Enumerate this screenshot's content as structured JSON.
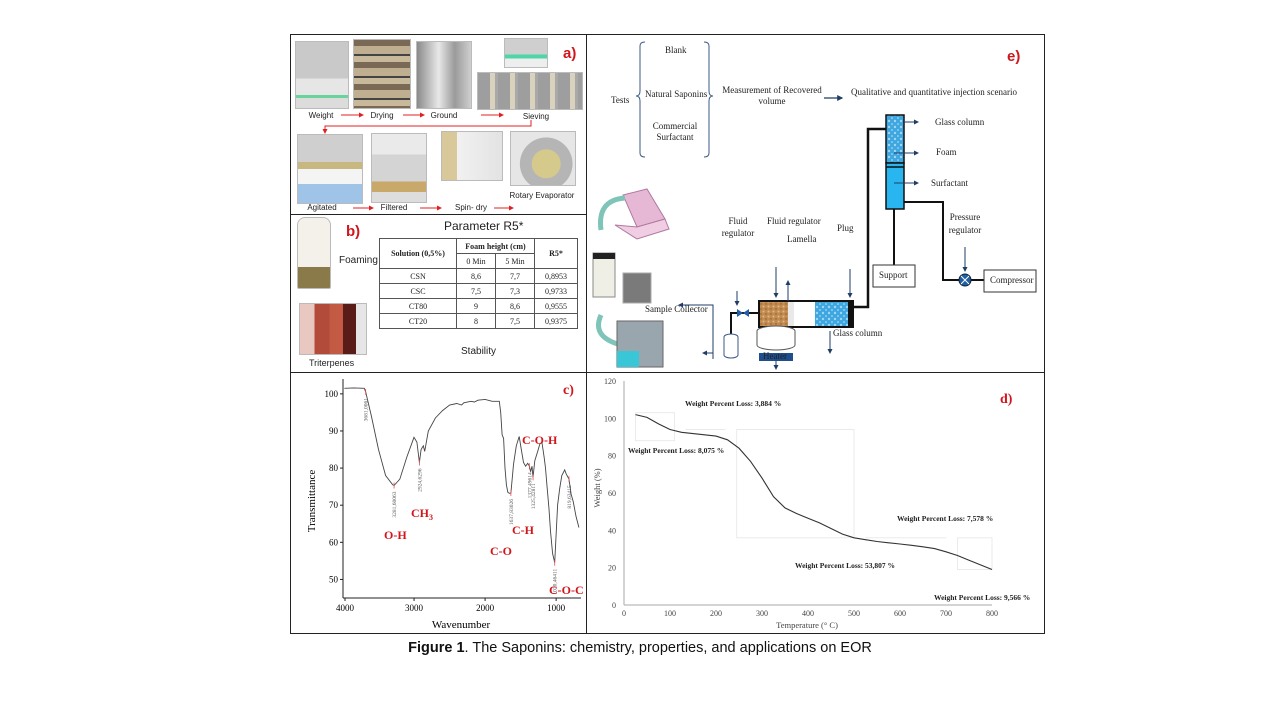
{
  "figure": {
    "caption_bold": "Figure 1",
    "caption_rest": ". The Saponins: chemistry,  properties, and applications on EOR"
  },
  "panel_a": {
    "label": "a)",
    "steps": [
      "Weight",
      "Drying",
      "Ground",
      "Sieving",
      "Agitated",
      "Filtered",
      "Spin- dry",
      "Rotary Evaporator"
    ],
    "arrow_color": "#e02020"
  },
  "panel_b": {
    "label": "b)",
    "title": "Parameter R5*",
    "left_top_label": "Foaming",
    "left_bottom_label": "Triterpenes",
    "footer": "Stability",
    "table": {
      "col_solution": "Solution (0,5%)",
      "col_foam": "Foam height (cm)",
      "col_0min": "0 Min",
      "col_5min": "5 Min",
      "col_r5": "R5*",
      "rows": [
        {
          "solution": "CSN",
          "min0": "8,6",
          "min5": "7,7",
          "r5": "0,8953"
        },
        {
          "solution": "CSC",
          "min0": "7,5",
          "min5": "7,3",
          "r5": "0,9733"
        },
        {
          "solution": "CT80",
          "min0": "9",
          "min5": "8,6",
          "r5": "0,9555"
        },
        {
          "solution": "CT20",
          "min0": "8",
          "min5": "7,5",
          "r5": "0,9375"
        }
      ]
    }
  },
  "panel_e": {
    "label": "e)",
    "tests": "Tests",
    "test_items": [
      "Blank",
      "Natural Saponins",
      "Commercial Surfactant"
    ],
    "measurement": "Measurement of Recovered volume",
    "scenario": "Qualitative and quantitative injection scenario",
    "labels": {
      "glass_column_top": "Glass column",
      "foam": "Foam",
      "surfactant": "Surfactant",
      "fluid_regulator_1": "Fluid regulator",
      "fluid_regulator_2": "Fluid regulator",
      "lamella": "Lamella",
      "plug": "Plug",
      "support": "Support",
      "pressure_regulator": "Pressure regulator",
      "compressor": "Compressor",
      "sample_collector": "Sample Collector",
      "heater": "Heater",
      "glass_column_bottom": "Glass column"
    },
    "colors": {
      "line": "#1f3d66",
      "foam": "#3fa7e0",
      "surfactant": "#29b6f0",
      "sand": "#c08a50",
      "heater": "#1f4e8c"
    }
  },
  "chart_data": [
    {
      "id": "c",
      "type": "line",
      "title": "c)",
      "xlabel": "Wavenumber",
      "ylabel": "Transmittance",
      "xlim": [
        4000,
        650
      ],
      "ylim": [
        45,
        104
      ],
      "xticks": [
        4000,
        3000,
        2000,
        1000
      ],
      "yticks": [
        50,
        60,
        70,
        80,
        90,
        100
      ],
      "x": [
        4000,
        3850,
        3700,
        3681,
        3600,
        3500,
        3400,
        3300,
        3281,
        3200,
        3100,
        3000,
        2960,
        2924,
        2900,
        2870,
        2850,
        2800,
        2700,
        2600,
        2500,
        2400,
        2330,
        2300,
        2200,
        2150,
        2100,
        2000,
        1900,
        1800,
        1780,
        1760,
        1740,
        1720,
        1700,
        1680,
        1660,
        1637,
        1600,
        1560,
        1520,
        1490,
        1460,
        1430,
        1400,
        1377,
        1360,
        1340,
        1325,
        1300,
        1260,
        1230,
        1200,
        1170,
        1150,
        1130,
        1100,
        1080,
        1050,
        1020,
        1000,
        980,
        950,
        920,
        880,
        860,
        819,
        790,
        760,
        720,
        680
      ],
      "y": [
        101.5,
        101.6,
        101.5,
        100.5,
        94,
        85,
        78,
        75.5,
        75.3,
        77,
        83,
        88.3,
        87,
        81.5,
        85,
        86,
        84.5,
        90,
        93.5,
        95.5,
        97,
        97.4,
        97,
        97.6,
        98,
        97.8,
        98.3,
        98.5,
        98,
        98,
        95,
        89,
        88,
        80,
        75.5,
        73.5,
        73.2,
        73.3,
        81,
        86,
        88.5,
        85,
        81.5,
        80.5,
        81.3,
        80.5,
        79,
        80.5,
        77.5,
        82,
        84.5,
        86.5,
        87,
        83,
        80,
        75.5,
        69,
        63,
        57,
        54.5,
        62,
        70,
        74.5,
        78,
        79.5,
        78.5,
        77,
        73,
        71,
        67,
        64
      ],
      "peaks": [
        {
          "wavenumber_label": "3681,0061",
          "x": 3681,
          "y": 100.5
        },
        {
          "wavenumber_label": "3281,60063",
          "x": 3281,
          "y": 75.3
        },
        {
          "wavenumber_label": "2924,6296",
          "x": 2924,
          "y": 81.5
        },
        {
          "wavenumber_label": "1637,83026",
          "x": 1637,
          "y": 73.3
        },
        {
          "wavenumber_label": "1377,49614",
          "x": 1377,
          "y": 80.5
        },
        {
          "wavenumber_label": "1325,42811",
          "x": 1325,
          "y": 77.5
        },
        {
          "wavenumber_label": "1020,46411",
          "x": 1020,
          "y": 54.5
        },
        {
          "wavenumber_label": "819,63415",
          "x": 819,
          "y": 77
        }
      ],
      "annotations": [
        "O-H",
        "CH3",
        "C-O",
        "C-H",
        "C-O-H",
        "C-O-C"
      ]
    },
    {
      "id": "d",
      "type": "line",
      "title": "d)",
      "xlabel": "Temperature (° C)",
      "ylabel": "Weight (%)",
      "xlim": [
        0,
        800
      ],
      "ylim": [
        0,
        120
      ],
      "xticks": [
        0,
        100,
        200,
        300,
        400,
        500,
        600,
        700,
        800
      ],
      "yticks": [
        0,
        20,
        40,
        60,
        80,
        100,
        120
      ],
      "x": [
        25,
        50,
        75,
        100,
        125,
        150,
        175,
        200,
        225,
        250,
        275,
        300,
        325,
        350,
        375,
        400,
        425,
        450,
        475,
        500,
        525,
        550,
        575,
        600,
        625,
        650,
        675,
        700,
        725,
        750,
        775,
        800
      ],
      "y": [
        102,
        100.5,
        97,
        94,
        92.5,
        91.8,
        91.2,
        90.5,
        88.5,
        84,
        77,
        68,
        58,
        52,
        49,
        46.5,
        44,
        41,
        38,
        36,
        35,
        34,
        33.3,
        32.7,
        32,
        31.2,
        30.2,
        28.5,
        26.5,
        24,
        21.5,
        19
      ],
      "annotations": [
        {
          "text": "Weight Percent Loss: 3,884 %"
        },
        {
          "text": "Weight Percent Loss: 8,075 %"
        },
        {
          "text": "Weight Percent Loss: 7,578 %"
        },
        {
          "text": "Weight Percent Loss: 53,807 %"
        },
        {
          "text": "Weight Percent Loss: 9,566 %"
        }
      ]
    }
  ]
}
